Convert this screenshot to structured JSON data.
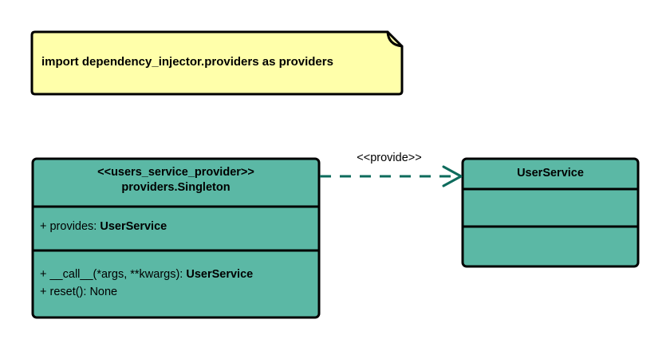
{
  "diagram": {
    "type": "uml-class-diagram",
    "background_color": "#ffffff",
    "note": {
      "text": "import dependency_injector.providers as providers",
      "fill_color": "#ffffaa",
      "border_color": "#000000"
    },
    "classes": [
      {
        "id": "users_service_provider",
        "stereotype": "<<users_service_provider>>",
        "name": "providers.Singleton",
        "fill_color": "#5bb8a5",
        "border_color": "#000000",
        "attributes": [
          {
            "visibility": "+",
            "label": "+ provides: ",
            "type": "UserService"
          }
        ],
        "operations": [
          {
            "visibility": "+",
            "label": "+ __call__(*args, **kwargs): ",
            "type": "UserService"
          },
          {
            "visibility": "+",
            "label": "+ reset(): None",
            "type": ""
          }
        ]
      },
      {
        "id": "user_service",
        "stereotype": "",
        "name": "UserService",
        "fill_color": "#5bb8a5",
        "border_color": "#000000",
        "attributes": [],
        "operations": []
      }
    ],
    "relationships": [
      {
        "id": "provide-edge",
        "label": "<<provide>>",
        "style": "dashed",
        "arrowhead": "open",
        "color": "#0d6b5c",
        "from": "users_service_provider",
        "to": "user_service"
      }
    ]
  }
}
